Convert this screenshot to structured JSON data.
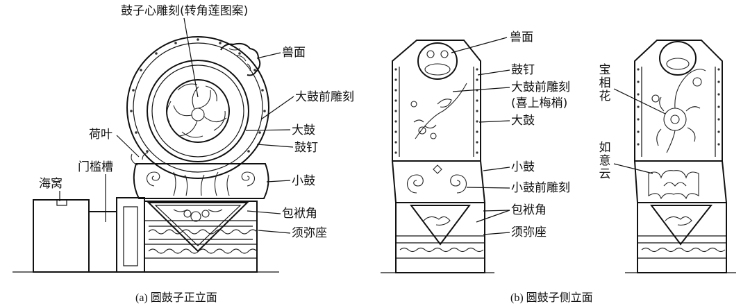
{
  "figure_a": {
    "caption": "(a) 圆鼓子正立面",
    "labels": {
      "top_carving": "鼓子心雕刻(转角莲图案)",
      "beast_face": "兽面",
      "front_carving": "大鼓前雕刻",
      "big_drum": "大鼓",
      "drum_nail": "鼓钉",
      "lotus_leaf": "荷叶",
      "sill_groove": "门槛槽",
      "haiwo": "海窝",
      "small_drum": "小鼓",
      "corner_wrap": "包袱角",
      "sumeru_base": "须弥座"
    }
  },
  "figure_b": {
    "caption": "(b) 圆鼓子侧立面",
    "labels": {
      "beast_face": "兽面",
      "drum_nail": "鼓钉",
      "front_carving": "大鼓前雕刻",
      "front_carving_sub": "(喜上梅梢)",
      "big_drum": "大鼓",
      "small_drum": "小鼓",
      "small_front_carving": "小鼓前雕刻",
      "corner_wrap": "包袱角",
      "sumeru_base": "须弥座",
      "baoxiang": "宝相花",
      "ruyi": "如意云"
    }
  }
}
